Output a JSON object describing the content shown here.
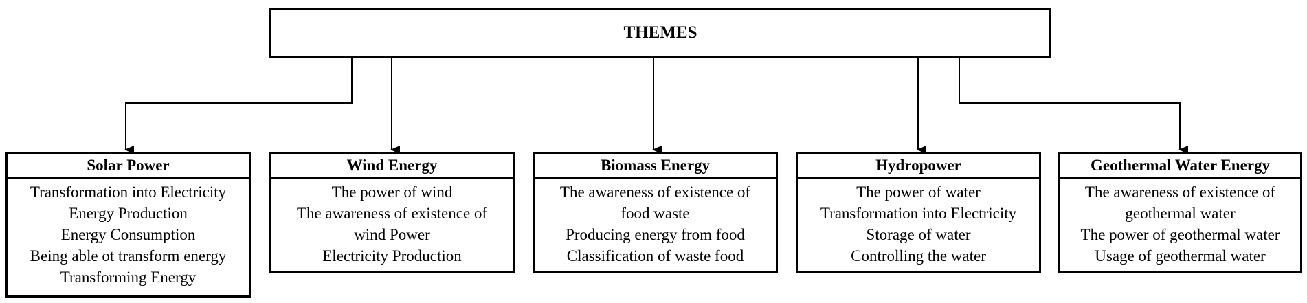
{
  "root": {
    "label": "THEMES"
  },
  "themes": [
    {
      "title": "Solar Power",
      "items": [
        "Transformation into Electricity",
        "Energy Production",
        "Energy Consumption",
        "Being able ot transform energy",
        "Transforming Energy"
      ]
    },
    {
      "title": "Wind Energy",
      "items": [
        "The power of wind",
        "The awareness of existence of",
        "wind Power",
        "Electricity Production"
      ]
    },
    {
      "title": "Biomass Energy",
      "items": [
        "The awareness of existence of",
        "food waste",
        "Producing energy from food",
        "Classification of waste food"
      ]
    },
    {
      "title": "Hydropower",
      "items": [
        "The power of water",
        "Transformation into Electricity",
        "Storage of water",
        "Controlling the water"
      ]
    },
    {
      "title": "Geothermal Water Energy",
      "items": [
        "The awareness of  existence of",
        "geothermal water",
        "The power of geothermal water",
        "Usage of geothermal water"
      ]
    }
  ]
}
